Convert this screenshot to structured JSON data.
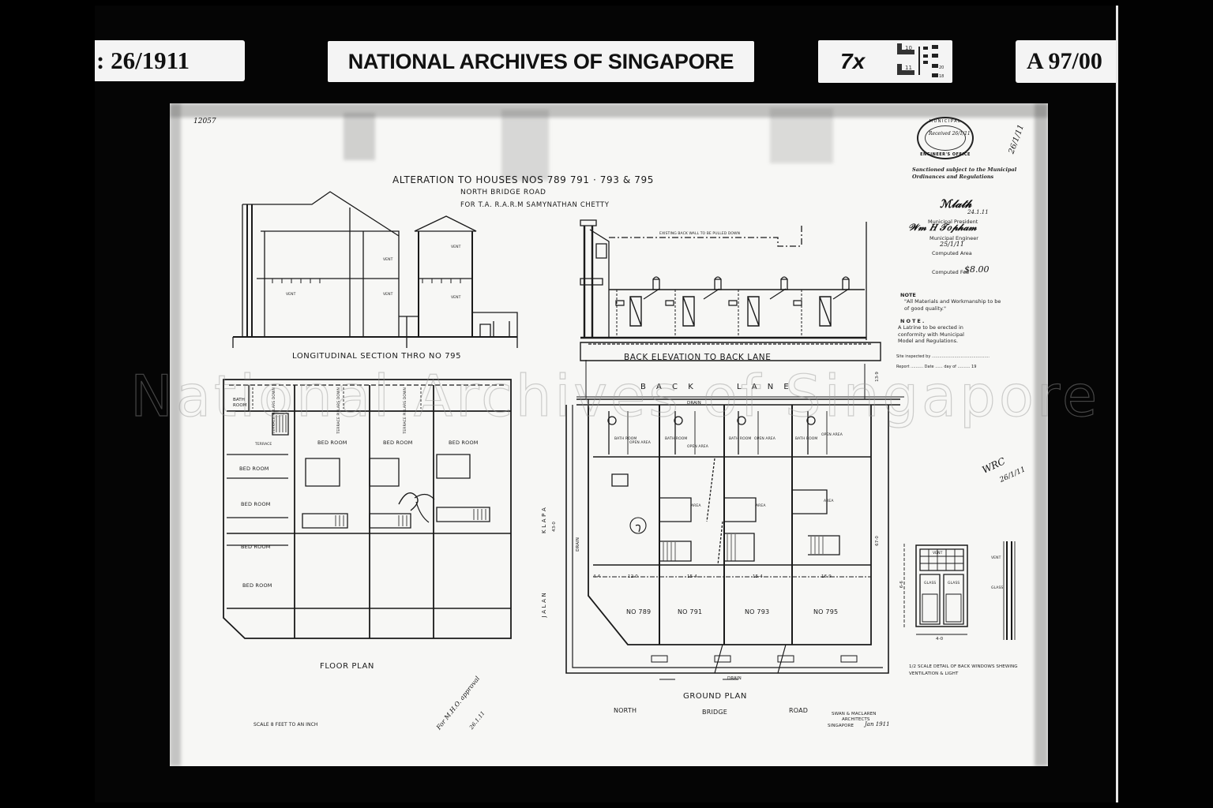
{
  "viewer": {
    "reference_label": ": 26/1911",
    "archive_label": "NATIONAL ARCHIVES OF SINGAPORE",
    "reduction_label": "7x",
    "accession_label": "A 97/00",
    "resolution_target": [
      "10",
      "11",
      "20",
      "18"
    ],
    "watermark": "National Archives of Singapore"
  },
  "drawing": {
    "title": "Alteration to Houses Nos 789 791 · 793 & 795",
    "subtitle_road": "North Bridge Road",
    "subtitle_owner": "For T.A. R.A.R.M Samynathan Chetty",
    "corner_mark": "12057",
    "views": {
      "longitudinal_section": "Longitudinal Section Thro No 795",
      "back_elevation": "Back Elevation to Back Lane",
      "floor_plan": "Floor Plan",
      "ground_plan": "Ground Plan",
      "window_detail": "1/2 Scale Detail of Back Windows Shewing Ventilation & Light"
    },
    "street_labels": {
      "back_lane_1": "B A C K",
      "back_lane_2": "L A N E",
      "north": "North",
      "bridge": "Bridge",
      "road": "Road",
      "jalan": "J A L A N",
      "klapa": "K L A P A",
      "drain_left": "DRAIN",
      "drain_bottom": "DRAIN",
      "drain_top": "DRAIN"
    },
    "floor_plan_rooms": [
      "Bath Room",
      "Terrace Pillars Down",
      "Terrace Pillars Down",
      "Terrace Pillars Down",
      "Bed Room",
      "Bed Room",
      "Bed Room",
      "Bed Room",
      "Bed Room",
      "Bed Room",
      "Bed Room",
      "Terrace"
    ],
    "ground_plan": {
      "houses": [
        "No 789",
        "No 791",
        "No 793",
        "No 795"
      ],
      "widths": [
        "4-4",
        "12-0",
        "15-4",
        "15-4",
        "16-9"
      ],
      "areas": [
        "Bath Room",
        "Open Area",
        "Bath Room",
        "Open Area",
        "Bath Room",
        "Open Area",
        "Bath Room",
        "Open Area",
        "Area",
        "Area",
        "Area"
      ],
      "depth_dims": [
        "43-0",
        "67-0",
        "13-9"
      ]
    },
    "window_detail": {
      "width_dim": "4-0",
      "height_dim": "6-6",
      "labels": [
        "Vent",
        "Glass",
        "Glass",
        "Vent",
        "Glass"
      ]
    },
    "elevation_note": "Existing Back Wall to be Pulled Down",
    "section_labels": [
      "Vent",
      "Vent",
      "Vent",
      "Vent",
      "Vent"
    ],
    "scale_note": "Scale 8 Feet to an Inch",
    "architects": {
      "line1": "Swan & Maclaren",
      "line2": "Architects",
      "line3": "Singapore",
      "date": "Jan 1911"
    },
    "approval_note": "For M.H.O. approval",
    "approval_date": "26.1.11"
  },
  "sanction_block": {
    "stamp_top": "MUNICIPAL",
    "stamp_bottom": "ENGINEER'S OFFICE",
    "stamp_received": "Received 26/1/11",
    "sanctioned": "Sanctioned subject to the Municipal Ordinances and Regulations",
    "signature_president": "Municipal President",
    "president_date": "24.1.11",
    "signature_engineer": "Municipal Engineer",
    "engineer_date": "25/1/11",
    "computed_area": "Computed Area",
    "computed_fee_label": "Computed Fee",
    "computed_fee_value": "$8.00",
    "margin_date": "26/1/11",
    "note1_heading": "NOTE",
    "note1_text": "\"All Materials and Workmanship to be of good quality.\"",
    "note2_heading": "NOTE.",
    "note2_text": "A Latrine to be erected in conformity with Municipal Model and Regulations.",
    "site_inspected": "Site inspected by",
    "report": "Report",
    "date_label": "Date",
    "day_of": "day of",
    "year": "19"
  },
  "side_annotation": {
    "initials": "WRC",
    "date": "26/1/11"
  },
  "colors": {
    "frame": "#050505",
    "paper": "#f7f7f5",
    "ink": "#1a1a1a",
    "label_bg": "#f4f4f4"
  }
}
